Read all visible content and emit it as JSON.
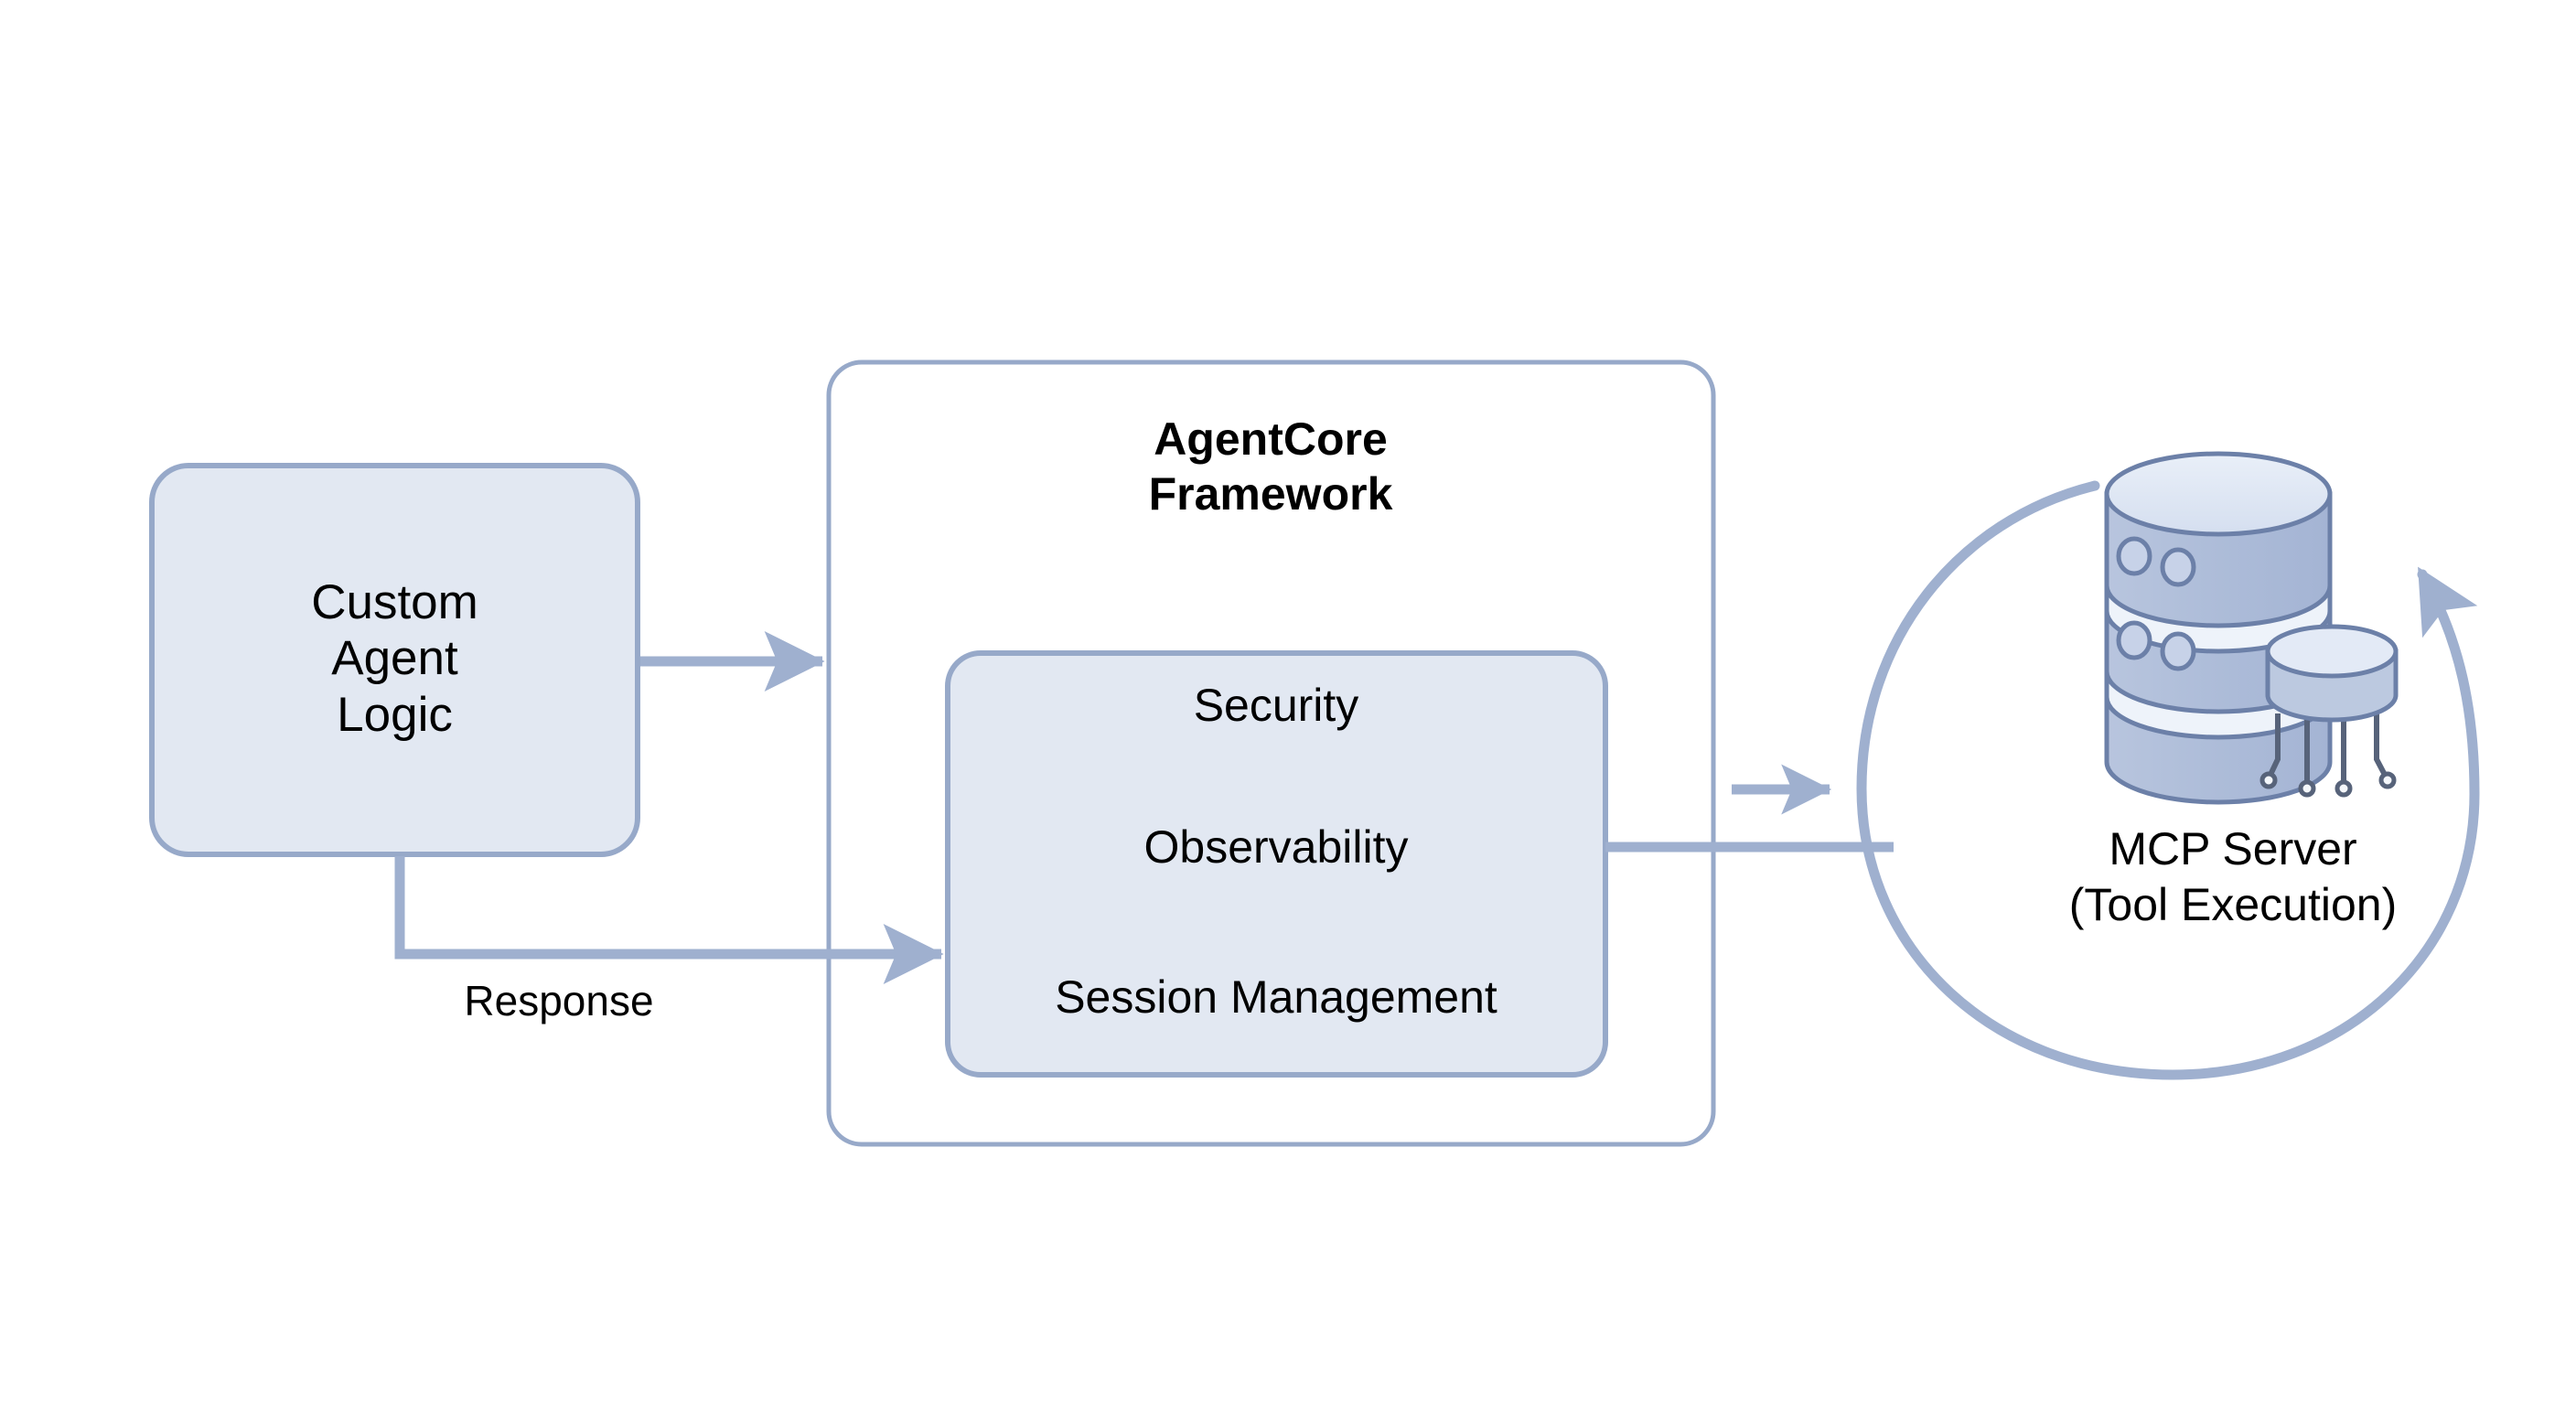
{
  "diagram": {
    "title": "AgentCore Framework architecture with MCP Server tool execution",
    "colors": {
      "box_fill": "#e2e8f2",
      "box_stroke": "#97a9c9",
      "connector": "#9fb0cf",
      "icon_fill": "#aebdd9",
      "icon_fill_light": "#dde5f2",
      "icon_stroke": "#6c80a8",
      "text": "#000000",
      "background": "#ffffff"
    },
    "nodes": {
      "custom_agent": {
        "label": "Custom\nAgent\nLogic",
        "lines": [
          "Custom",
          "Agent",
          "Logic"
        ]
      },
      "framework": {
        "title": "AgentCore\nFramework",
        "title_lines": [
          "AgentCore",
          "Framework"
        ],
        "capabilities": [
          "Security",
          "Observability",
          "Session Management"
        ]
      },
      "mcp_server": {
        "label": "MCP Server\n(Tool Execution)",
        "lines": [
          "MCP Server",
          "(Tool Execution)"
        ],
        "icon": "database-server-icon"
      }
    },
    "connectors": [
      {
        "id": "agent-to-framework",
        "label": "",
        "from": "custom_agent",
        "to": "framework",
        "style": "straight-arrow"
      },
      {
        "id": "response",
        "label": "Response",
        "from": "custom_agent",
        "to": "framework",
        "style": "elbow-arrow"
      },
      {
        "id": "framework-to-mcp",
        "label": "",
        "from": "framework",
        "to": "mcp_server",
        "style": "straight-arrow"
      },
      {
        "id": "mcp-loop",
        "label": "",
        "from": "mcp_server",
        "to": "mcp_server",
        "style": "circular-arrow"
      }
    ]
  }
}
